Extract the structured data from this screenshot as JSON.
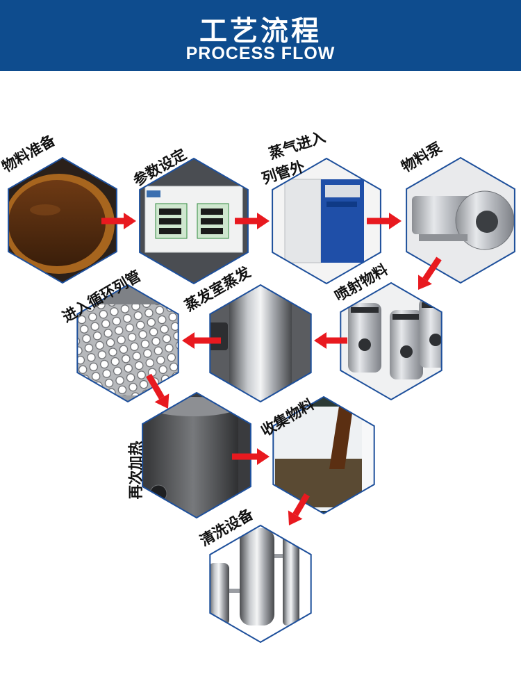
{
  "header": {
    "title": "工艺流程",
    "subtitle": "PROCESS FLOW"
  },
  "colors": {
    "banner": "#0e4c8e",
    "arrow": "#e8191f",
    "hex_border": "#1d4f9b"
  },
  "steps": [
    {
      "label": "物料准备",
      "image": "material-bowl"
    },
    {
      "label": "参数设定",
      "image": "control-panel-screen"
    },
    {
      "label_line1": "蒸气进入",
      "label_line2": "列管外",
      "image": "steam-generator-cabinet"
    },
    {
      "label": "物料泵",
      "image": "stainless-pump"
    },
    {
      "label": "喷射物料",
      "image": "filter-housings"
    },
    {
      "label": "蒸发室蒸发",
      "image": "evaporation-chamber"
    },
    {
      "label": "进入循环列管",
      "image": "tube-sheet"
    },
    {
      "label": "再次加热",
      "image": "heating-vessel"
    },
    {
      "label": "收集物料",
      "image": "liquid-collection-tank"
    },
    {
      "label": "清洗设备",
      "image": "evaporator-towers"
    }
  ]
}
